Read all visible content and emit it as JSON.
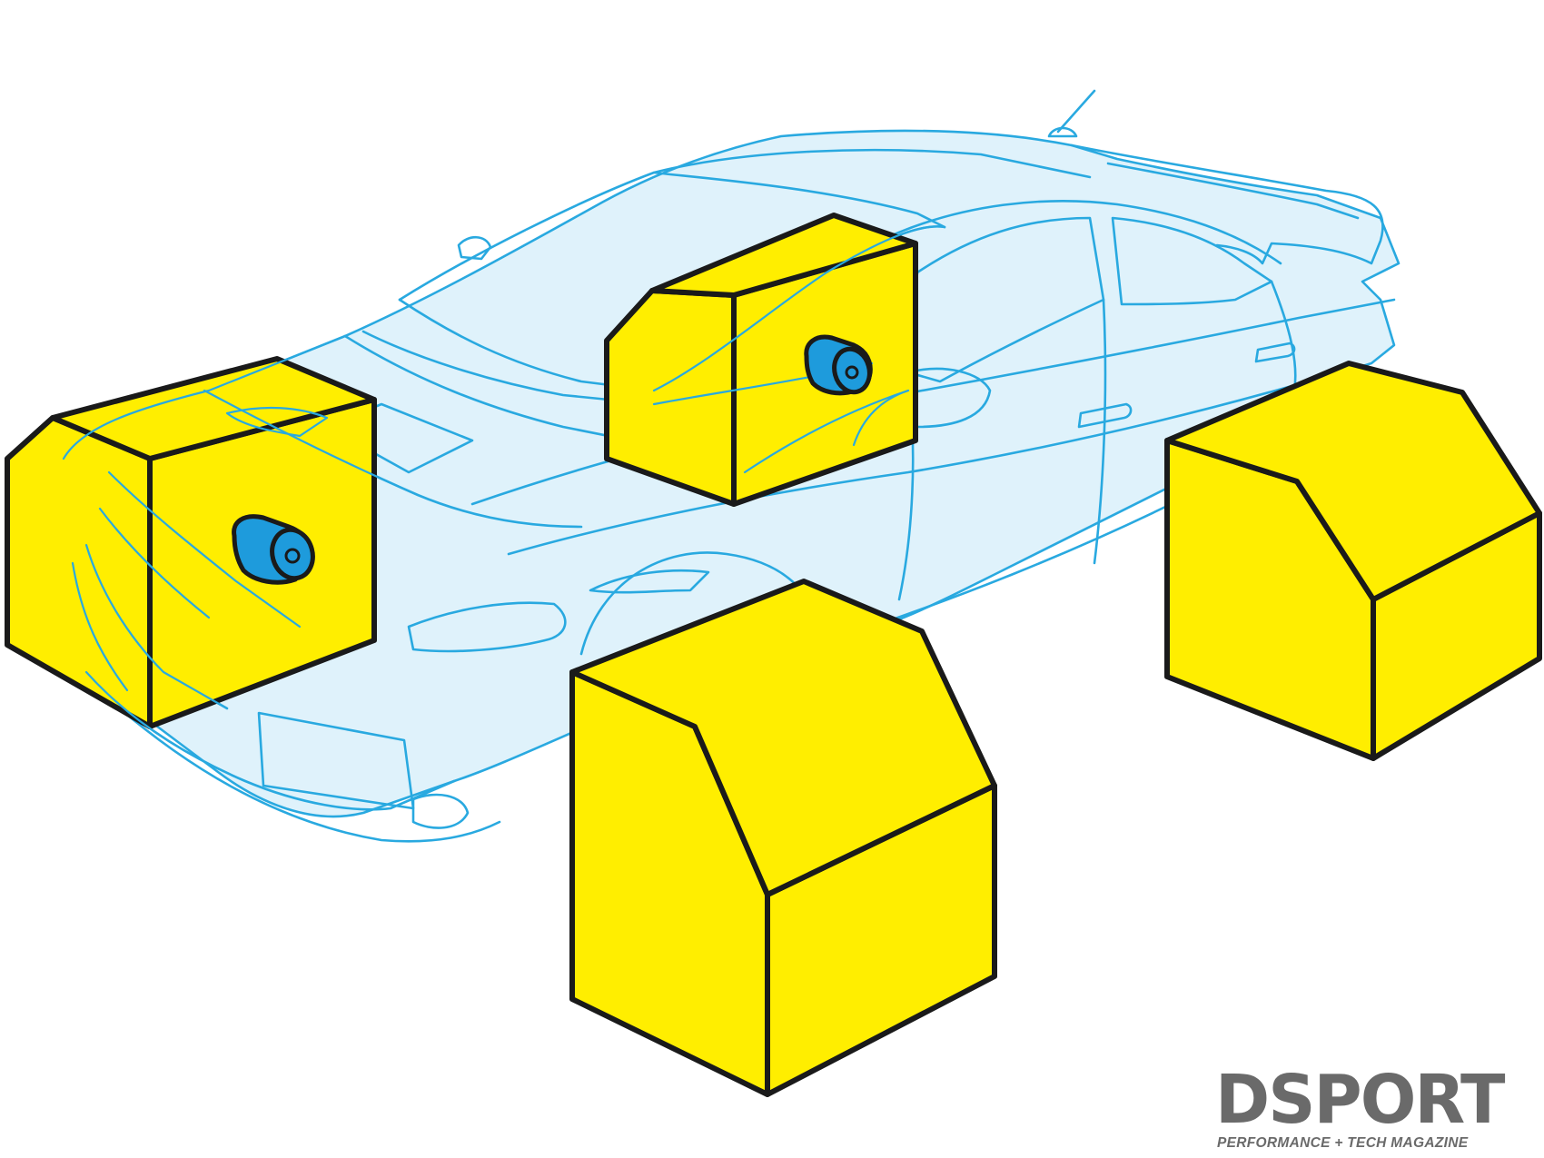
{
  "colors": {
    "outline": "#29a9e0",
    "body_fill": "#dff2fb",
    "block_fill": "#ffee00",
    "block_stroke": "#1a1a1a",
    "bushing": "#1e9bdc",
    "logo_text": "#6a6a6a"
  },
  "illustration": {
    "subject": "car-outline",
    "blocks": [
      "front-left",
      "front-right",
      "rear-left",
      "rear-right"
    ],
    "bushings": [
      "front-left-bushing",
      "front-right-bushing"
    ]
  },
  "logo": {
    "brand": "DSPORT",
    "tagline": "PERFORMANCE + TECH MAGAZINE"
  }
}
